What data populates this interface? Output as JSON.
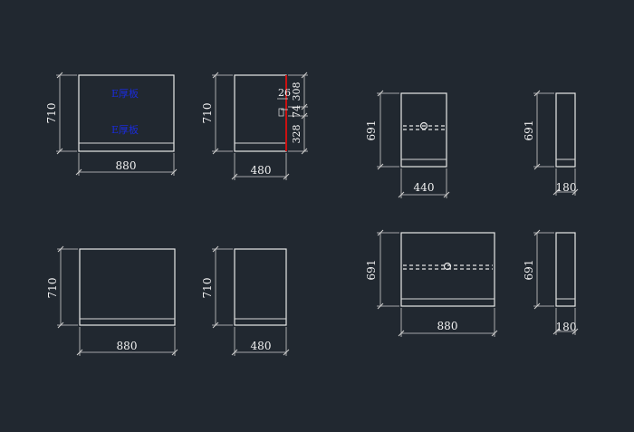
{
  "drawing": {
    "background": "#212830",
    "line_color": "#e8e8e8",
    "annotation_color": "#0000ff",
    "highlight_color": "#cc1111"
  },
  "views": {
    "v1": {
      "height": "710",
      "width": "880",
      "note_top": "E厚板",
      "note_bottom": "E厚板"
    },
    "v2": {
      "height": "710",
      "width": "480",
      "d_26": "26",
      "d_308": "308",
      "d_74": "74",
      "d_328": "328"
    },
    "v3": {
      "height": "691",
      "width": "440"
    },
    "v4": {
      "height": "691",
      "width": "180"
    },
    "v5": {
      "height": "710",
      "width": "880"
    },
    "v6": {
      "height": "710",
      "width": "480"
    },
    "v7": {
      "height": "691",
      "width": "880"
    },
    "v8": {
      "height": "691",
      "width": "180"
    }
  }
}
